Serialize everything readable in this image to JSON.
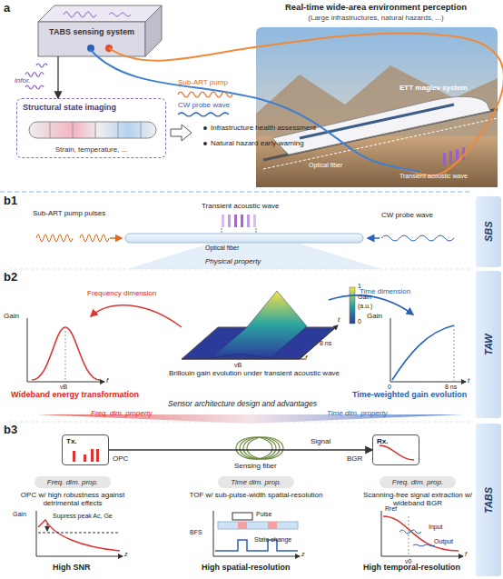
{
  "diagram": {
    "nodes": [
      {
        "text": [
          "TABS sensing system"
        ]
      },
      {
        "text": [
          "Structural state imaging",
          "Strain, temperature, ..."
        ]
      },
      {
        "text": [
          "Real-time wide-area environment perception",
          "(Large infrastructures, natural hazards, ...)"
        ]
      },
      {
        "text": [
          "SBS"
        ]
      },
      {
        "text": [
          "TAW"
        ]
      },
      {
        "text": [
          "TABS"
        ]
      },
      {
        "text": [
          "Tx."
        ]
      },
      {
        "text": [
          "Rx."
        ]
      },
      {
        "text": [
          "Freq. dim. prop."
        ]
      },
      {
        "text": [
          "Time dim. prop."
        ]
      },
      {
        "text": [
          "Freq. dim. prop."
        ]
      }
    ],
    "edges": [
      {
        "from": 0,
        "to": 1,
        "arrow": "to"
      },
      {
        "from": 6,
        "to": 7,
        "label": "Signal",
        "arrow": "to"
      }
    ],
    "labels": [
      "a",
      "infor.",
      "Sub-ART pump",
      "CW probe wave",
      "Infrastructure health assessment",
      "Natural hazard early-warning",
      "ETT maglev system",
      "Optical fiber",
      "Transient acoustic wave",
      "b1",
      "Sub-ART pump pulses",
      "Transient acoustic wave",
      "CW probe wave",
      "Optical fiber",
      "Physical property",
      "b2",
      "f",
      "t",
      "νB",
      "8 ns",
      "1",
      "Gain",
      "(a.u.)",
      "0",
      "Brillouin gain evolution under transient acoustic wave",
      "Frequency dimension",
      "Time dimension",
      "Gain",
      "f",
      "νB",
      "Wideband energy transformation",
      "Gain",
      "t",
      "0",
      "8 ns",
      "Time-weighted gain evolution",
      "Sensor architecture design and advantages",
      "Freq. dim. property",
      "Time dim. property",
      "b3",
      "OPC",
      "Sensing fiber",
      "BGR",
      "OPC w/ high robustness against detrimental effects",
      "TOF w/ sub-pulse-width spatial-resolution",
      "Scanning-free signal extraction w/ wideband BGR",
      "Gain",
      "Supress peak Ac, Ge",
      "z",
      "High SNR",
      "BFS",
      "Pulse",
      "State change",
      "z",
      "High spatial-resolution",
      "Rref",
      "Input",
      "Output",
      "ν0",
      "f",
      "High temporal-resolution"
    ]
  }
}
